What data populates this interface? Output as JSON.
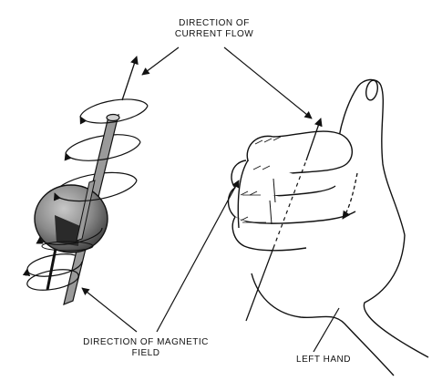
{
  "labels": {
    "current_flow": [
      "DIRECTION OF",
      "CURRENT FLOW"
    ],
    "magnetic_field": [
      "DIRECTION OF MAGNETIC",
      "FIELD"
    ],
    "hand": "LEFT HAND"
  },
  "colors": {
    "ink": "#111111",
    "sphere_fill": "#8a8a8a",
    "rod_fill": "#9a9a9a",
    "background": "#ffffff"
  }
}
